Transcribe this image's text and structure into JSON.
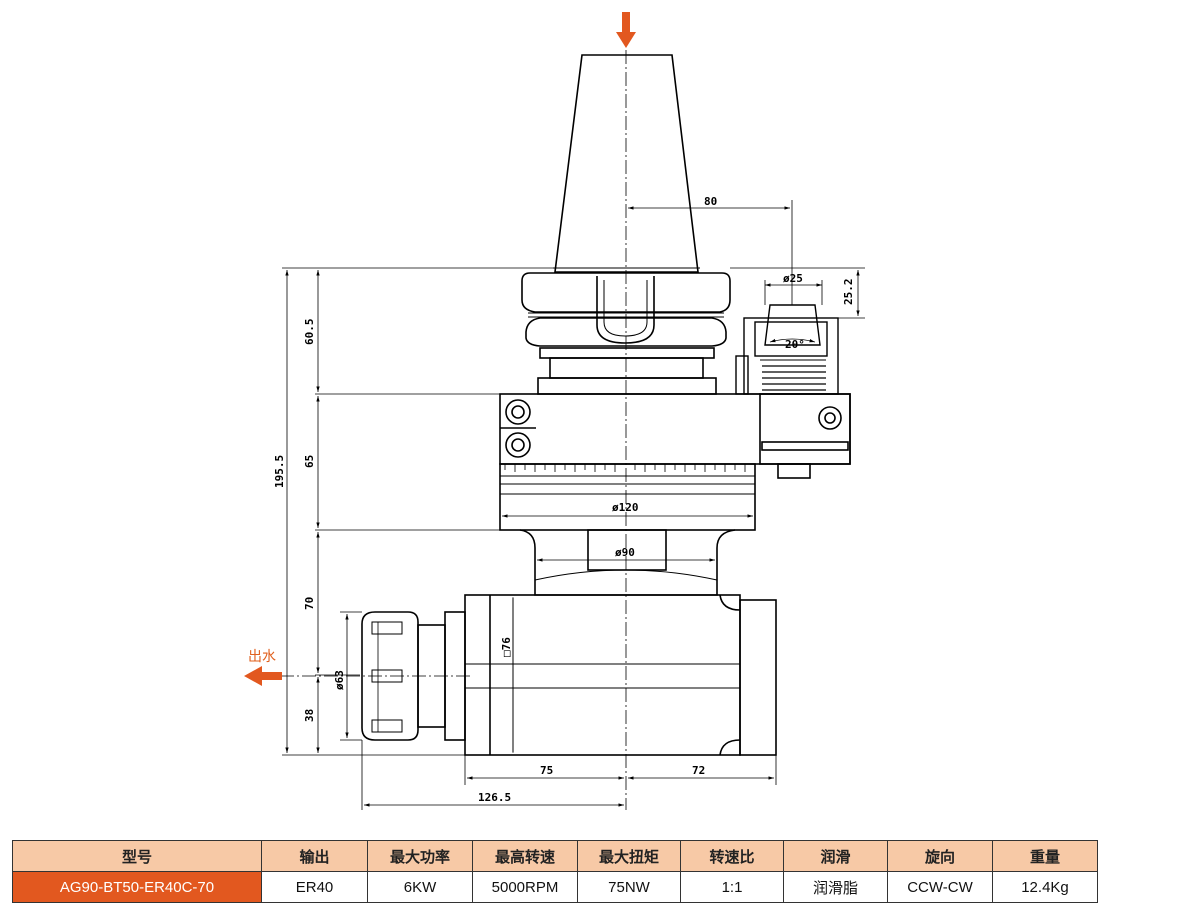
{
  "drawing": {
    "arrow_color": "#e2581f",
    "outlet_label": "出水",
    "dimensions": {
      "d80": "80",
      "d25_2": "25.2",
      "phi25": "ø25",
      "angle20": "20°",
      "d60_5": "60.5",
      "d195_5": "195.5",
      "d65": "65",
      "phi120": "ø120",
      "phi90": "ø90",
      "d70": "70",
      "sq76": "□76",
      "phi63": "ø63",
      "d38": "38",
      "d75": "75",
      "d72": "72",
      "d126_5": "126.5"
    }
  },
  "spec_table": {
    "headers": [
      "型号",
      "输出",
      "最大功率",
      "最高转速",
      "最大扭矩",
      "转速比",
      "润滑",
      "旋向",
      "重量"
    ],
    "row": [
      "AG90-BT50-ER40C-70",
      "ER40",
      "6KW",
      "5000RPM",
      "75NW",
      "1:1",
      "润滑脂",
      "CCW-CW",
      "12.4Kg"
    ],
    "header_color": "#f7c9a6",
    "model_color": "#e2581f"
  }
}
